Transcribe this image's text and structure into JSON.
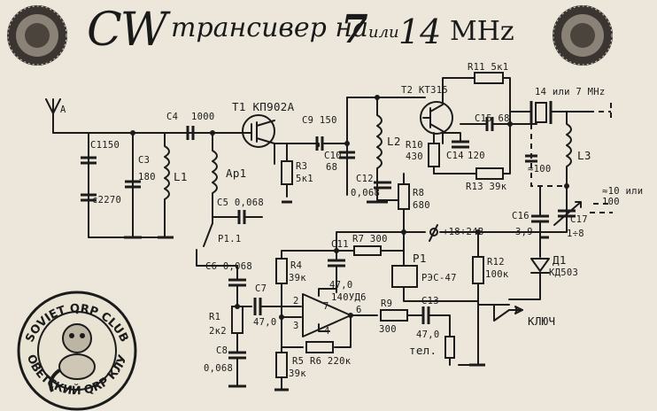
{
  "title": {
    "cw": "CW",
    "middle": "трансивер на",
    "seven": "7",
    "ili": "или",
    "fourteen": "14",
    "unit": "MHz"
  },
  "seal_text": [
    "SOVIET QRP CLUB",
    "СОВЕТСКИЙ QRP КЛУБ"
  ],
  "labels": {
    "antenna": "A",
    "c1": "C1150",
    "c2": "c2270",
    "c3": "C3",
    "c3v": "180",
    "l1": "L1",
    "c4": "C4",
    "c4v": "1000",
    "t1": "T1 КП902А",
    "apl": "Ap1",
    "c5": "C5 0,068",
    "p11": "P1.1",
    "c6": "C6 0,068",
    "c9": "C9 150",
    "r3": "R3",
    "r3v": "5к1",
    "c10": "C10",
    "c10v": "68",
    "l2": "L2",
    "c12": "C12",
    "c12v": "0,068",
    "t2": "T2 КТ315",
    "r11": "R11 5к1",
    "r10": "R10",
    "r10v": "430",
    "c14": "C14",
    "c14v": "120",
    "c15": "C15 68",
    "r13": "R13 39к",
    "r8": "R8",
    "r8v": "680",
    "supply": "+18÷24B",
    "xtal": "14 или 7 MHz",
    "l3": "L3",
    "cx": "≈100",
    "c16": "C16",
    "c16v": "3,9",
    "c17": "C17",
    "c17v": "1÷8",
    "cside": "≈10 или 100",
    "c11": "C11",
    "c11v": "47,0",
    "r7": "R7 300",
    "r4": "R4",
    "r4v": "39к",
    "c7": "C7",
    "c7v": "47,0",
    "r1": "R1",
    "r1v": "2к2",
    "c8": "C8",
    "c8v": "0,068",
    "r5": "R5",
    "r5v": "39к",
    "opamp": "140УД6",
    "pin2": "2",
    "pin3": "3",
    "pin4": "4",
    "pin6": "6",
    "pin7": "7",
    "r6": "R6 220к",
    "r9": "R9",
    "r9v": "300",
    "c13": "C13",
    "c13v": "47,0",
    "tel": "тел.",
    "p1": "P1",
    "relay": "РЭС-47",
    "r12": "R12",
    "r12v": "100к",
    "d1": "Д1",
    "d1v": "КД503",
    "key": "КЛЮЧ"
  }
}
